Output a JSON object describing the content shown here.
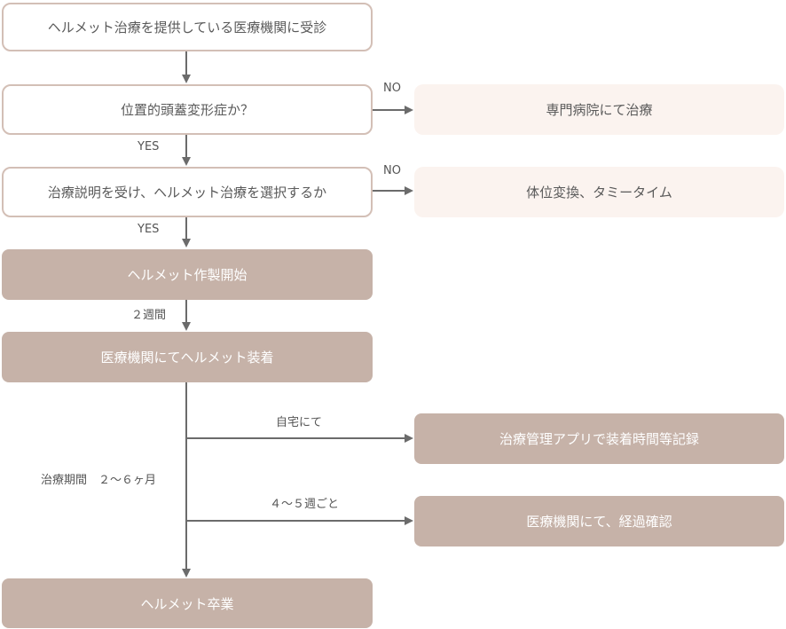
{
  "nodes": {
    "consult": "ヘルメット治療を提供している医療機関に受診",
    "diagnosis": "位置的頭蓋変形症か？",
    "hospital": "専門病院にて治療",
    "explain": "治療説明を受け、ヘルメット治療を選択するか",
    "position": "体位変換、タミータイム",
    "make": "ヘルメット作製開始",
    "wear": "医療機関にてヘルメット装着",
    "app": "治療管理アプリで装着時間等記録",
    "check": "医療機関にて、経過確認",
    "graduate": "ヘルメット卒業"
  },
  "labels": {
    "no1": "NO",
    "yes1": "YES",
    "no2": "NO",
    "yes2": "YES",
    "weeks": "２週間",
    "home": "自宅にて",
    "period": "治療期間　２～６ヶ月",
    "interval": "４～５週ごと"
  },
  "colors": {
    "outline_border": "#d3bfb6",
    "light_fill": "#fbf3ef",
    "solid_fill": "#c6b2a8",
    "connector": "#6b6b6b"
  }
}
